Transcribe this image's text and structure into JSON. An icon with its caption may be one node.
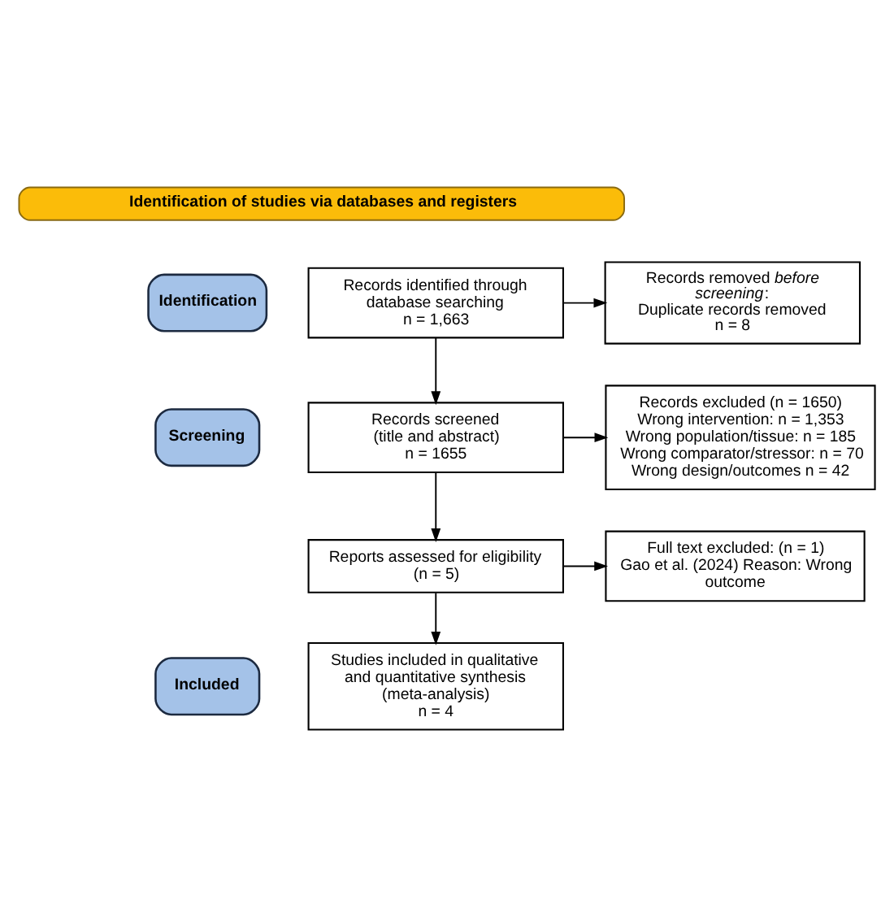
{
  "diagram": {
    "nodes": [
      {
        "text": [
          "Identification of studies via databases and registers"
        ]
      },
      {
        "text": [
          "Identification"
        ]
      },
      {
        "text": [
          "Records identified through database searching",
          "n = 1,663"
        ]
      },
      {
        "text": [
          "Records removed *before screening*:",
          "Duplicate records removed",
          "n = 8"
        ]
      },
      {
        "text": [
          "Screening"
        ]
      },
      {
        "text": [
          "Records screened (title and abstract)",
          "n = 1655"
        ]
      },
      {
        "text": [
          "Records excluded (n = 1650)",
          "Wrong intervention: n = 1,353",
          "Wrong population/tissue: n = 185",
          "Wrong comparator/stressor: n = 70",
          "Wrong design/outcomes n = 42"
        ]
      },
      {
        "text": [
          "Reports assessed for eligibility",
          "(n = 5)"
        ]
      },
      {
        "text": [
          "Full text excluded: (n = 1)",
          "Gao et al. (2024) Reason: Wrong outcome"
        ]
      },
      {
        "text": [
          "Included"
        ]
      },
      {
        "text": [
          "Studies included in qualitative and quantitative synthesis (meta-analysis)",
          "n = 4"
        ]
      }
    ],
    "edges": [
      {
        "from": 2,
        "to": 3,
        "arrow": "to"
      },
      {
        "from": 2,
        "to": 5,
        "arrow": "to"
      },
      {
        "from": 5,
        "to": 6,
        "arrow": "to"
      },
      {
        "from": 5,
        "to": 7,
        "arrow": "to"
      },
      {
        "from": 7,
        "to": 8,
        "arrow": "to"
      },
      {
        "from": 7,
        "to": 10,
        "arrow": "to"
      }
    ]
  }
}
